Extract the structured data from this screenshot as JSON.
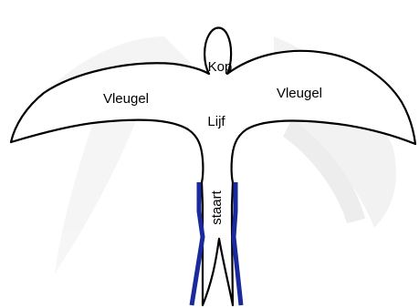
{
  "labels": {
    "head": "Kop",
    "wing_left": "Vleugel",
    "wing_right": "Vleugel",
    "body": "Lijf",
    "tail": "staart"
  },
  "colors": {
    "outline": "#000000",
    "tail_stripe": "#1a2a9c",
    "background_photo": "#e6e6e6"
  }
}
